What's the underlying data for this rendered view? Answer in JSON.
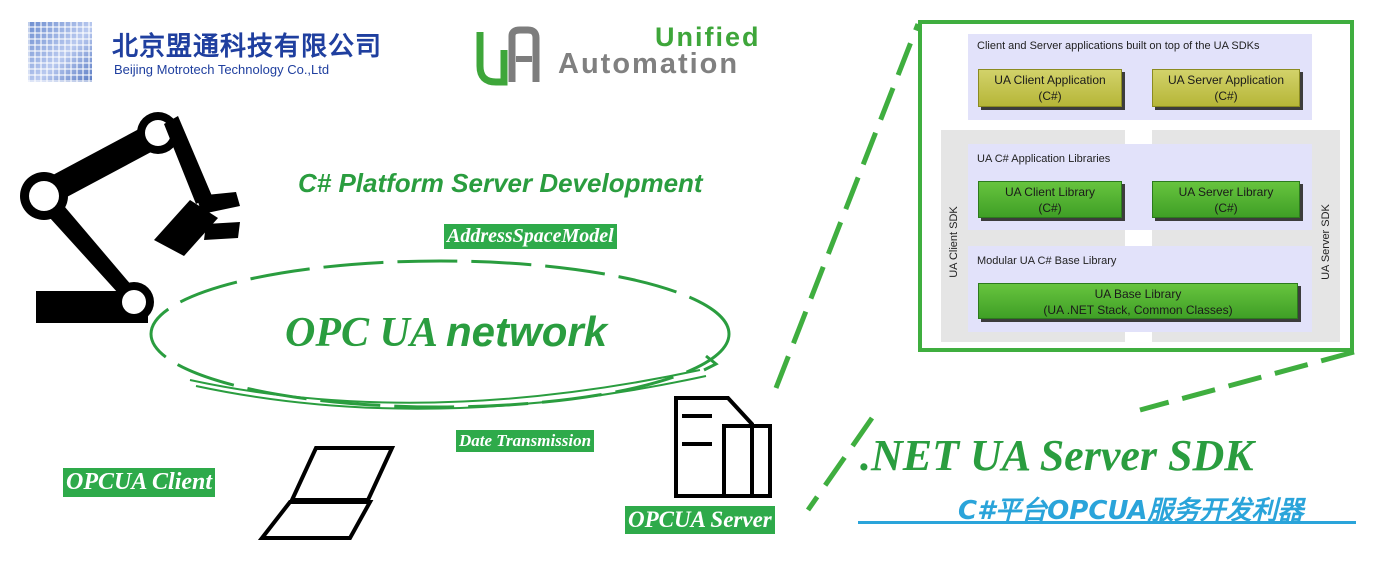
{
  "logos": {
    "motrotech": {
      "cn": "北京盟通科技有限公司",
      "en": "Beijing Motrotech Technology Co.,Ltd"
    },
    "unified_automation": {
      "word1": "Unified",
      "word2": "Automation"
    }
  },
  "labels": {
    "platform_dev": "C# Platform Server Development",
    "address_space": "AddressSpaceModel",
    "opcua": "OPC UA",
    "network": "network",
    "date_transmission": "Date Transmission",
    "client": "OPCUA Client",
    "server": "OPCUA Server",
    "sdk_title": ".NET UA Server SDK",
    "sdk_subtitle_cn": "C#平台OPCUA服务开发利器"
  },
  "sdk_diagram": {
    "apps_title": "Client and Server applications built on top of the UA SDKs",
    "client_app": {
      "line1": "UA Client Application",
      "line2": "(C#)"
    },
    "server_app": {
      "line1": "UA Server Application",
      "line2": "(C#)"
    },
    "libs_title": "UA C# Application Libraries",
    "client_lib": {
      "line1": "UA Client Library",
      "line2": "(C#)"
    },
    "server_lib": {
      "line1": "UA Server Library",
      "line2": "(C#)"
    },
    "base_title": "Modular UA C# Base Library",
    "base_lib": {
      "line1": "UA Base Library",
      "line2": "(UA .NET Stack, Common Classes)"
    },
    "client_sdk": "UA Client SDK",
    "server_sdk": "UA Server SDK"
  },
  "colors": {
    "green": "#2a9d3f",
    "label_green": "#2eaa4a",
    "blue": "#2aa4da",
    "brand_blue": "#1f3f9f"
  }
}
